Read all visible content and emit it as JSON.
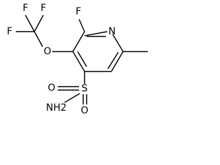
{
  "molecule": {
    "atoms": {
      "F_ring": "F",
      "N_ring": "N",
      "O_ether": "O",
      "F_cf3_left": "F",
      "F_cf3_top1": "F",
      "F_cf3_top2": "F",
      "O_s1": "O",
      "S": "S",
      "O_s2": "O",
      "NH2": "NH2"
    }
  }
}
